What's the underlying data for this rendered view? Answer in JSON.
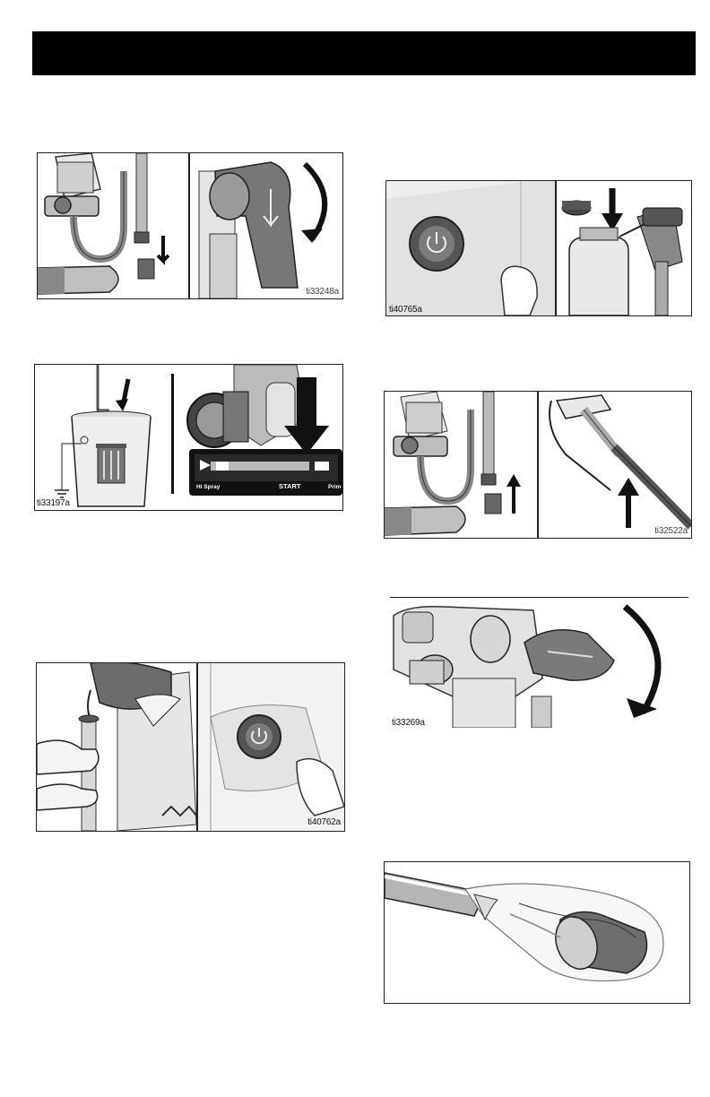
{
  "figures": {
    "fig1": {
      "code": "ti33248a"
    },
    "fig2": {
      "code": "ti33197a",
      "labels": {
        "hi_spray": "Hi Spray",
        "start": "START",
        "prime": "Prim"
      }
    },
    "fig3": {
      "code": "ti40762a"
    },
    "fig4": {
      "code": "ti40765a"
    },
    "fig5": {
      "code": "ti32522a"
    },
    "fig6": {
      "code": "ti33269a"
    },
    "fig7": {
      "code": ""
    }
  },
  "colors": {
    "header": "#000000",
    "ink": "#222222",
    "gray_light": "#d9d9d9",
    "gray_mid": "#9a9a9a",
    "gray_dark": "#5a5a5a"
  }
}
